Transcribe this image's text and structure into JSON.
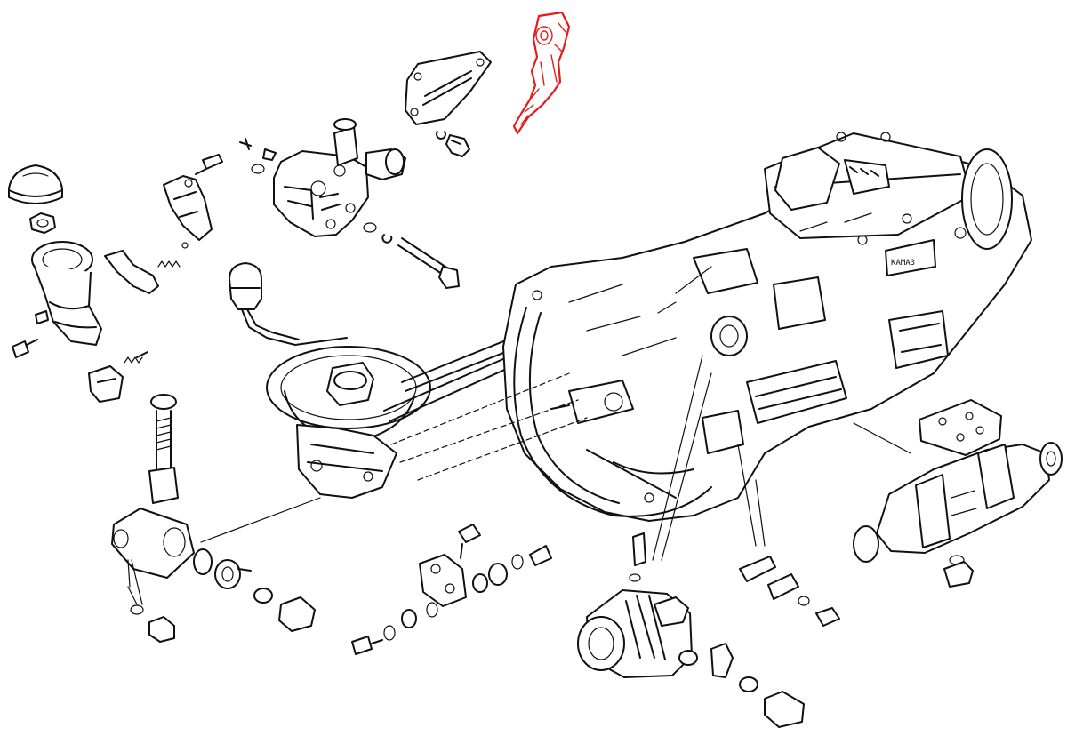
{
  "diagram": {
    "type": "exploded-assembly-drawing",
    "highlight_color": "#e31b1b",
    "line_color": "#111111",
    "background": "#ffffff",
    "plate_text": "КАМАЗ",
    "highlighted_part": "shift-lever-bracket"
  }
}
